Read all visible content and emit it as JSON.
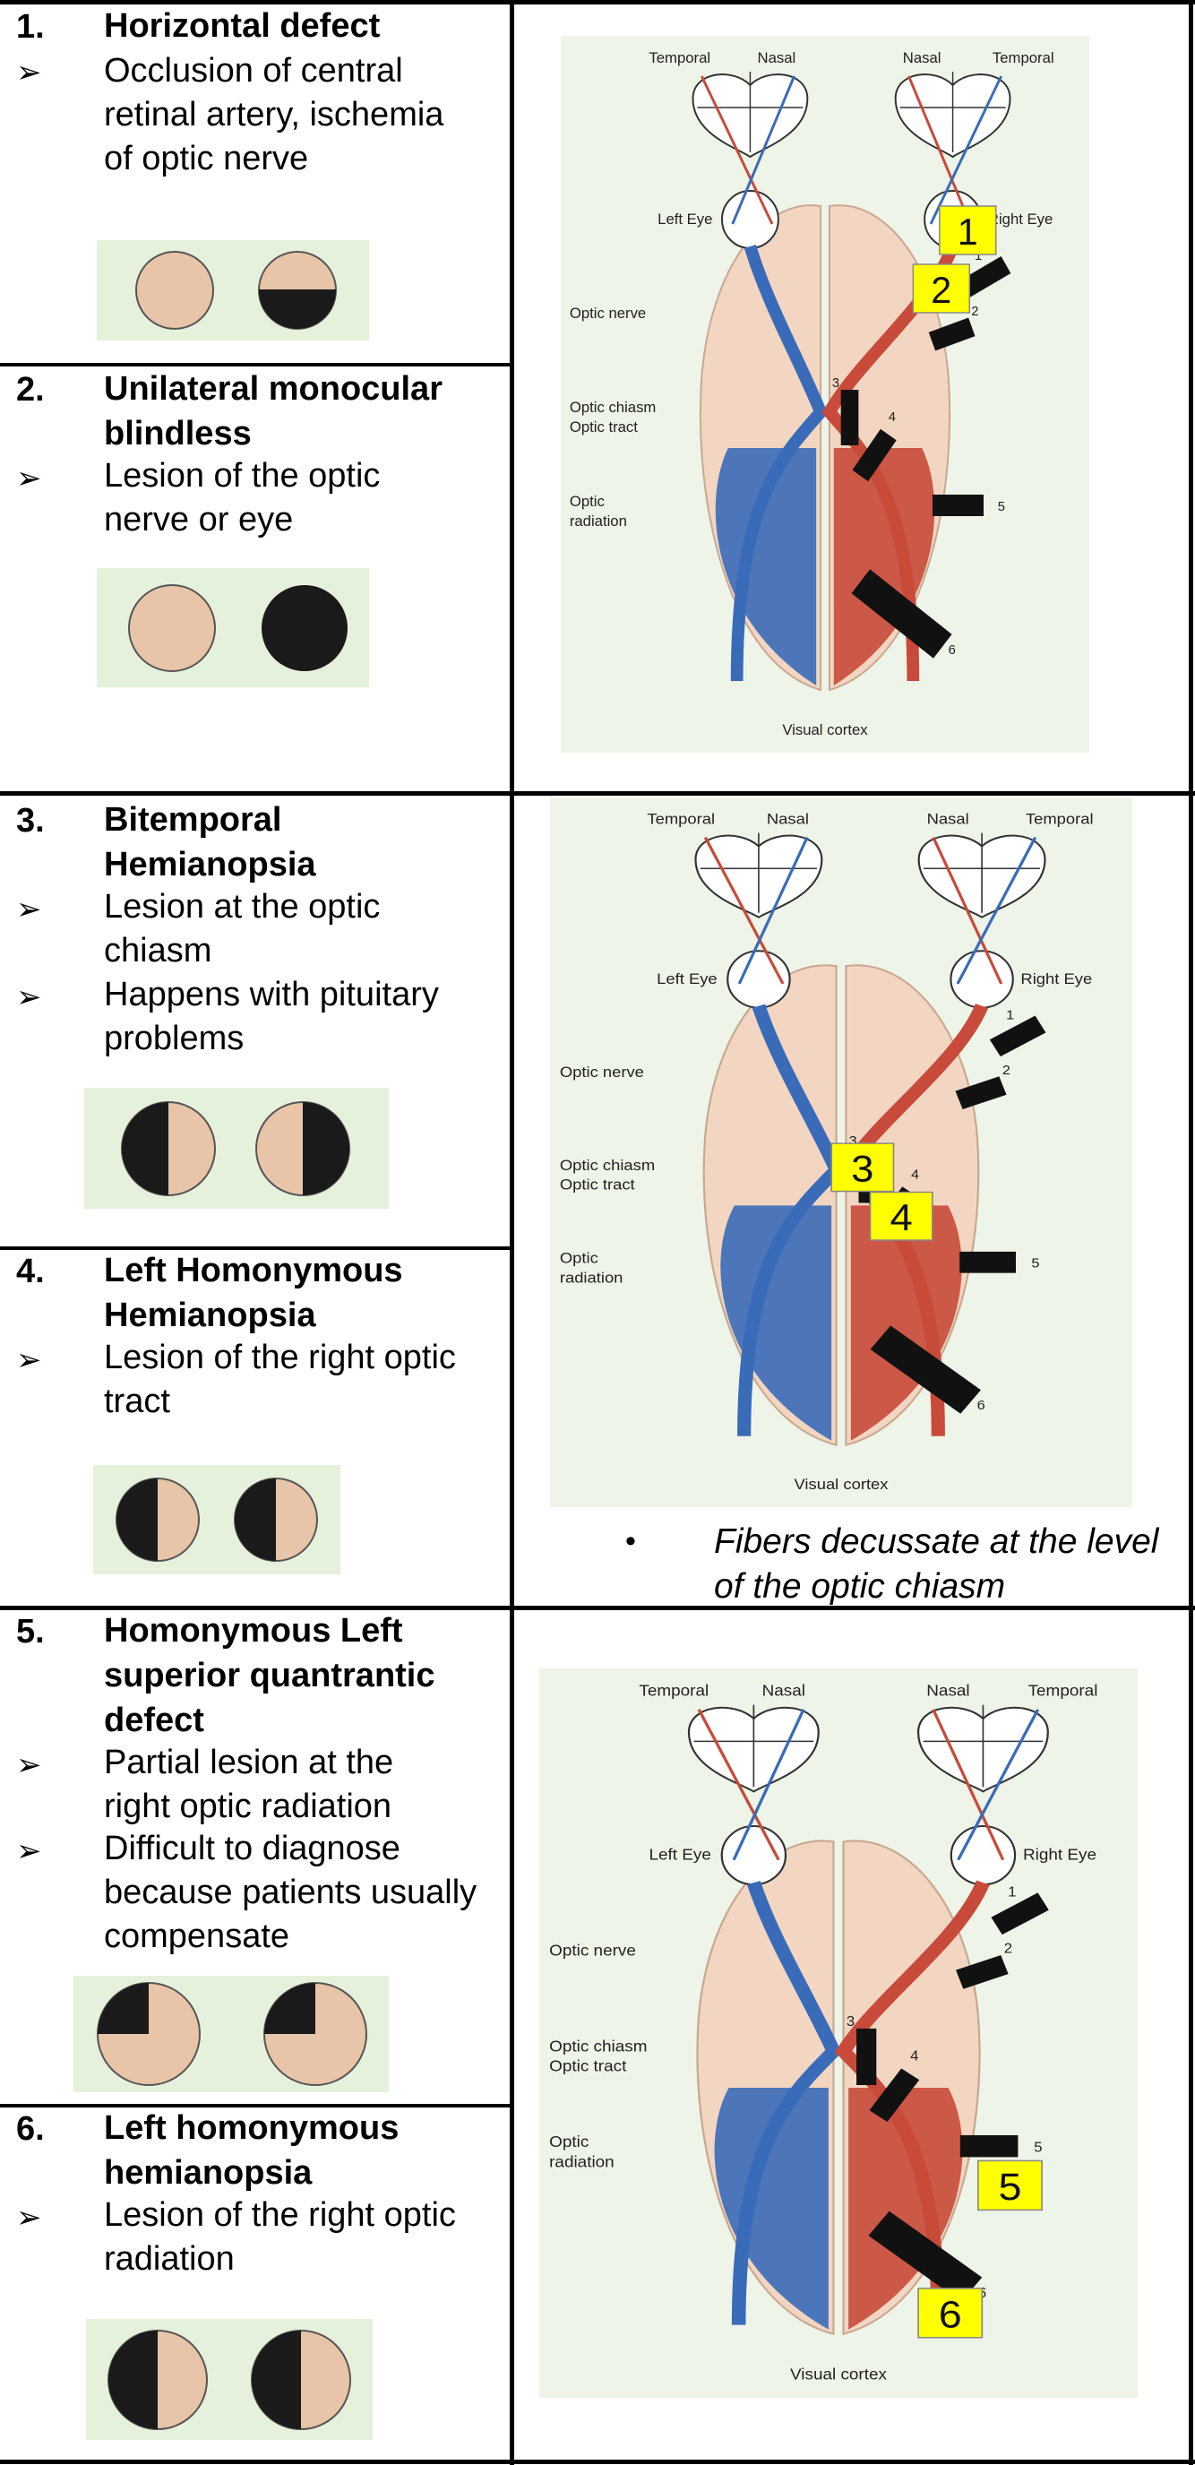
{
  "sections": [
    {
      "num": "1.",
      "title": "Horizontal defect",
      "bullets": [
        "Occlusion of central retinal artery, ischemia of optic nerve"
      ],
      "icon": "horizontal-defect-field-icon"
    },
    {
      "num": "2.",
      "title": "Unilateral monocular blindless",
      "bullets": [
        "Lesion of the optic nerve or eye"
      ],
      "icon": "monocular-blindness-field-icon"
    },
    {
      "num": "3.",
      "title": "Bitemporal Hemianopsia",
      "bullets": [
        "Lesion at the optic chiasm",
        "Happens with pituitary problems"
      ],
      "icon": "bitemporal-hemianopsia-field-icon"
    },
    {
      "num": "4.",
      "title": "Left Homonymous Hemianopsia",
      "bullets": [
        "Lesion of the right optic tract"
      ],
      "icon": "left-homonymous-hemianopsia-field-icon"
    },
    {
      "num": "5.",
      "title": "Homonymous Left superior quantrantic defect",
      "bullets": [
        "Partial lesion at the right optic radiation",
        "Difficult to diagnose because patients usually compensate"
      ],
      "icon": "superior-quadrantic-defect-field-icon"
    },
    {
      "num": "6.",
      "title": "Left homonymous hemianopsia",
      "bullets": [
        "Lesion of the right optic radiation"
      ],
      "icon": "left-homonymous-hemianopsia-field-icon"
    }
  ],
  "bullet_glyph": "➢",
  "diagram_labels": {
    "temporal": "Temporal",
    "nasal": "Nasal",
    "left_eye": "Left Eye",
    "right_eye": "Right Eye",
    "optic_nerve": "Optic nerve",
    "optic_chiasm": "Optic chiasm",
    "optic_tract": "Optic tract",
    "optic_radiation_1": "Optic",
    "optic_radiation_2": "radiation",
    "visual_cortex": "Visual cortex",
    "lesion_numbers": [
      "1",
      "2",
      "3",
      "4",
      "5",
      "6"
    ]
  },
  "diagram_highlights": [
    [
      "1",
      "2"
    ],
    [
      "3",
      "4"
    ],
    [
      "5",
      "6"
    ]
  ],
  "note": "Fibers decussate at the level of the optic chiasm",
  "colors": {
    "skin": "#e8c4a8",
    "black": "#1a1a1a",
    "field_bg": "#e6f1dc",
    "left_pathway": "#3a6bb8",
    "right_pathway": "#c84a3a",
    "highlight": "#ffff00"
  }
}
